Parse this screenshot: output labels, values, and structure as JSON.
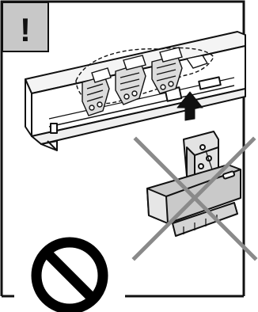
{
  "warning": {
    "symbol": "!",
    "badge_color": "#c8c8c8"
  },
  "colors": {
    "line": "#111111",
    "prohibition_cross": "#8a8a8a",
    "part_fill": "#e3e3e3",
    "module_fill": "#c9c9c9",
    "background": "#ffffff"
  },
  "icons": {
    "warning": "exclamation-badge",
    "prohibited": "prohibition-circle",
    "not_allowed": "large-x-cross",
    "direction": "upward-arrow"
  }
}
